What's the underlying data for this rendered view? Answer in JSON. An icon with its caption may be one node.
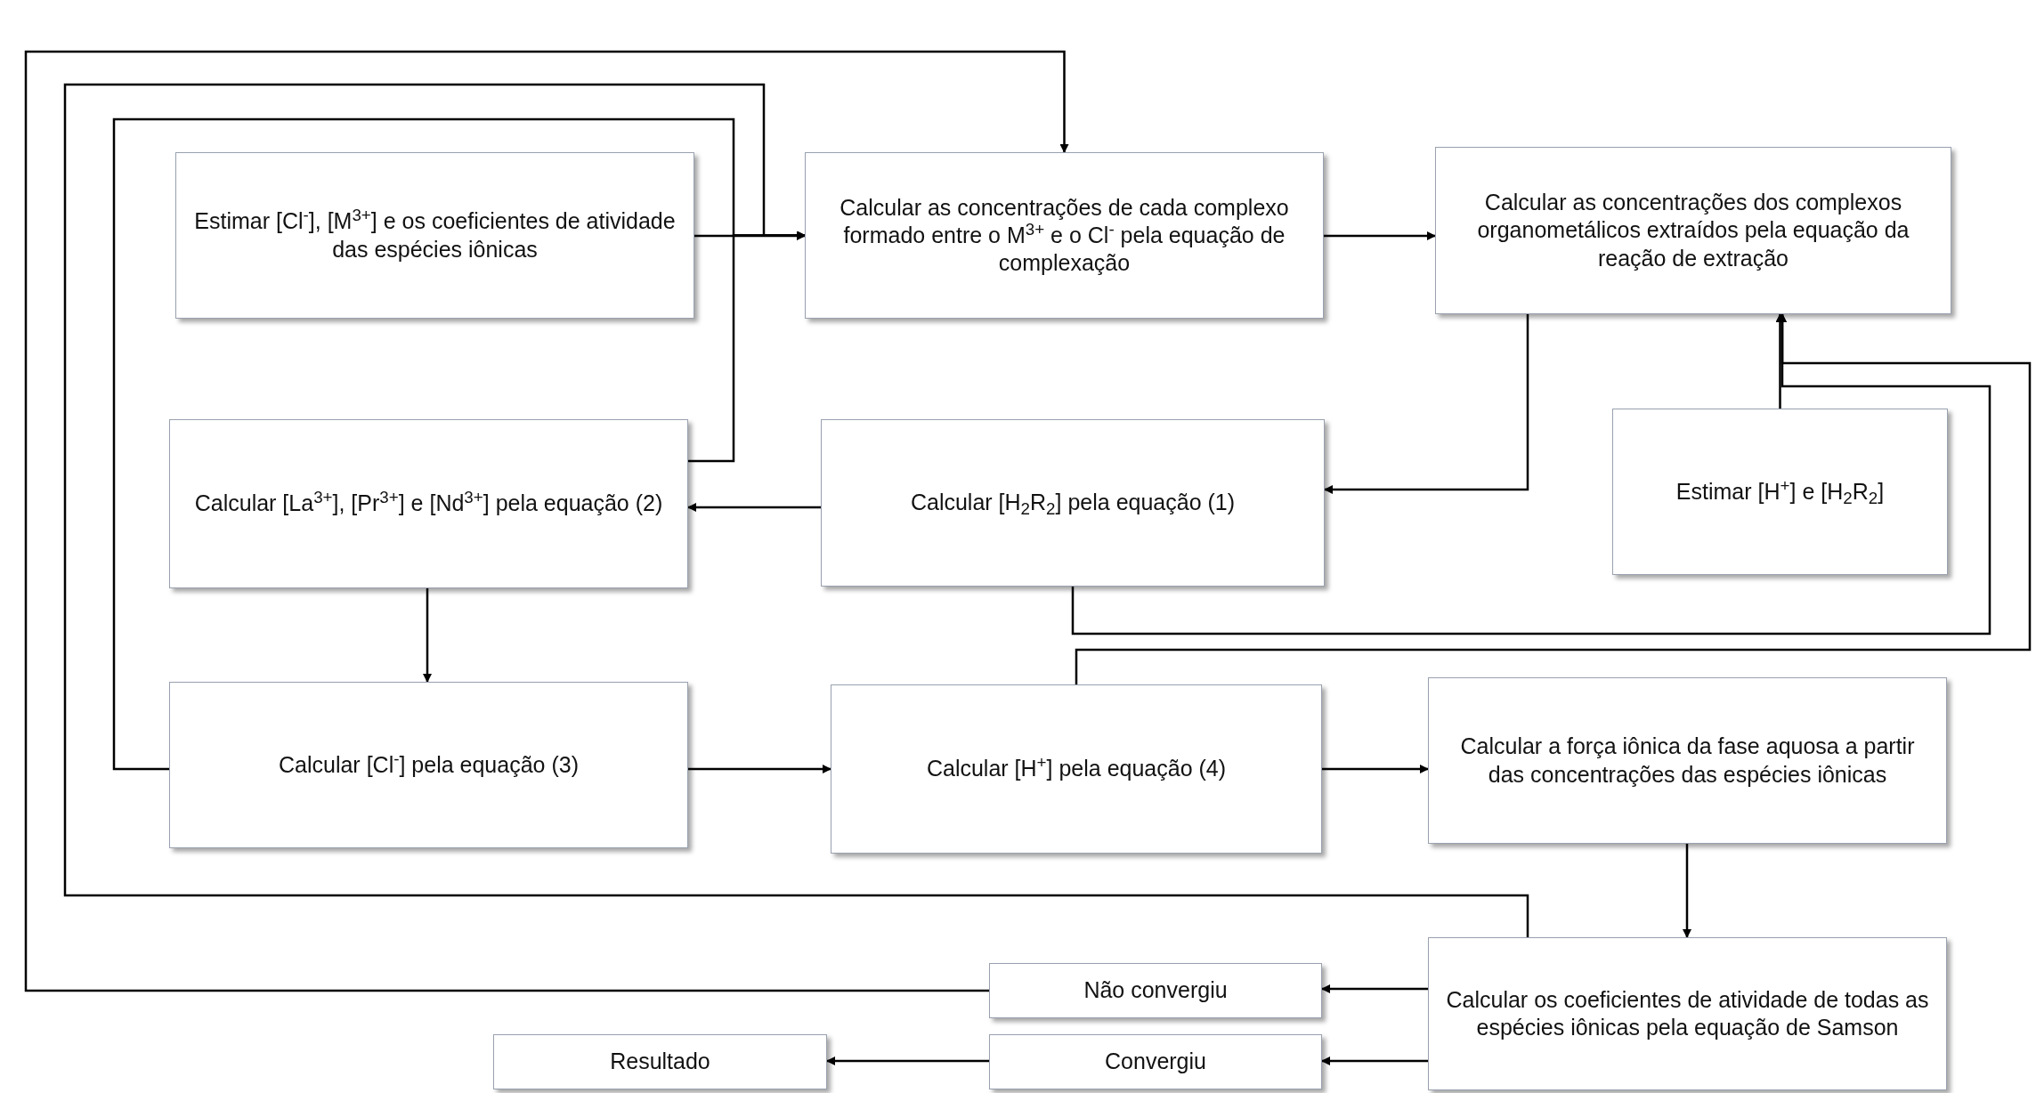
{
  "diagram": {
    "nodes": [
      {
        "text": [
          "Estimar [Cl$^{-}$], [M$^{3+}$] e os coeficientes de atividade das espécies iônicas"
        ]
      },
      {
        "text": [
          "Calcular as concentrações de cada complexo formado entre o M$^{3+}$ e o Cl$^{-}$ pela equação de complexação"
        ]
      },
      {
        "text": [
          "Calcular as concentrações dos complexos organometálicos extraídos pela equação da reação de extração"
        ]
      },
      {
        "text": [
          "Calcular [La$^{3+}$], [Pr$^{3+}$] e [Nd$^{3+}$] pela equação (2)"
        ]
      },
      {
        "text": [
          "Calcular [H$_{2}$R$_{2}$] pela equação (1)"
        ]
      },
      {
        "text": [
          "Estimar [H$^{+}$] e [H$_{2}$R$_{2}$]"
        ]
      },
      {
        "text": [
          "Calcular [Cl$^{-}$] pela equação (3)"
        ]
      },
      {
        "text": [
          "Calcular [H$^{+}$] pela equação (4)"
        ]
      },
      {
        "text": [
          "Calcular a força iônica da fase aquosa a partir das concentrações das espécies iônicas"
        ]
      },
      {
        "text": [
          "Calcular os coeficientes de atividade de todas as espécies iônicas pela equação de Samson"
        ]
      },
      {
        "text": [
          "Não convergiu"
        ]
      },
      {
        "text": [
          "Convergiu"
        ]
      },
      {
        "text": [
          "Resultado"
        ]
      }
    ],
    "edges": [
      {
        "from": 0,
        "to": 1,
        "arrow": "to"
      },
      {
        "from": 1,
        "to": 2,
        "arrow": "to"
      },
      {
        "from": 2,
        "to": 4,
        "arrow": "to"
      },
      {
        "from": 4,
        "to": 3,
        "arrow": "to"
      },
      {
        "from": 3,
        "to": 1,
        "arrow": "to"
      },
      {
        "from": 6,
        "to": 1,
        "arrow": "to"
      },
      {
        "from": 9,
        "to": 1,
        "arrow": "to"
      },
      {
        "from": 10,
        "to": 1,
        "arrow": "to"
      },
      {
        "from": 3,
        "to": 6,
        "arrow": "to"
      },
      {
        "from": 6,
        "to": 7,
        "arrow": "to"
      },
      {
        "from": 7,
        "to": 8,
        "arrow": "to"
      },
      {
        "from": 8,
        "to": 9,
        "arrow": "to"
      },
      {
        "from": 9,
        "to": 10,
        "arrow": "to"
      },
      {
        "from": 9,
        "to": 11,
        "arrow": "to"
      },
      {
        "from": 11,
        "to": 12,
        "arrow": "to"
      },
      {
        "from": 4,
        "to": 2,
        "arrow": "to"
      },
      {
        "from": 7,
        "to": 2,
        "arrow": "to"
      },
      {
        "from": 5,
        "to": 2,
        "arrow": "to"
      }
    ]
  }
}
